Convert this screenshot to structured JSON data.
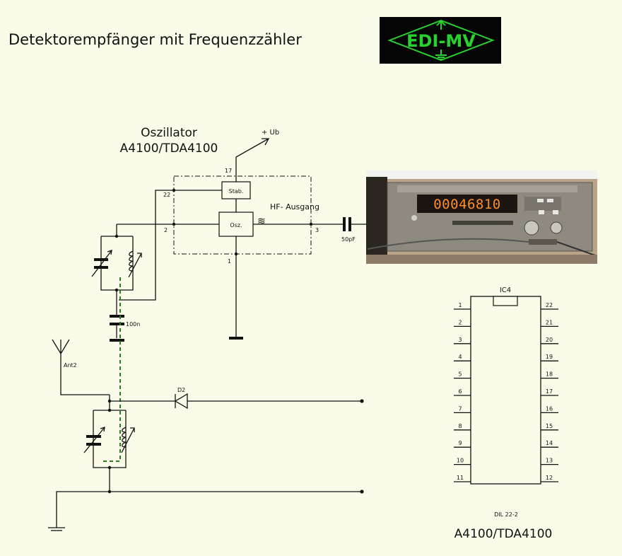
{
  "title": "Detektorempfänger mit Frequenzzähler",
  "logo": {
    "text": "EDI-MV",
    "color": "#27d12e",
    "bg": "#050505"
  },
  "oscillator": {
    "heading_line1": "Oszillator",
    "heading_line2": "A4100/TDA4100",
    "supply": "+ Ub",
    "stab": "Stab.",
    "osz": "Osz.",
    "hf_out": "HF- Ausgang",
    "pins": {
      "p17": "17",
      "p22": "22",
      "p2": "2",
      "p3": "3",
      "p1": "1"
    }
  },
  "components": {
    "c_out": "50pF",
    "c_coupling": "100n",
    "antenna": "Ant2",
    "diode": "D2"
  },
  "counter_photo": {
    "display": "00046810"
  },
  "ic": {
    "name": "IC4",
    "package": "DIL 22-2",
    "part": "A4100/TDA4100",
    "left_pins": [
      "1",
      "2",
      "3",
      "4",
      "5",
      "6",
      "7",
      "8",
      "9",
      "10",
      "11"
    ],
    "right_pins": [
      "22",
      "21",
      "20",
      "19",
      "18",
      "17",
      "16",
      "15",
      "14",
      "13",
      "12"
    ]
  },
  "colors": {
    "wire": "#111111",
    "dashed": "#2e7a1f",
    "background": "#fbfbe9"
  }
}
